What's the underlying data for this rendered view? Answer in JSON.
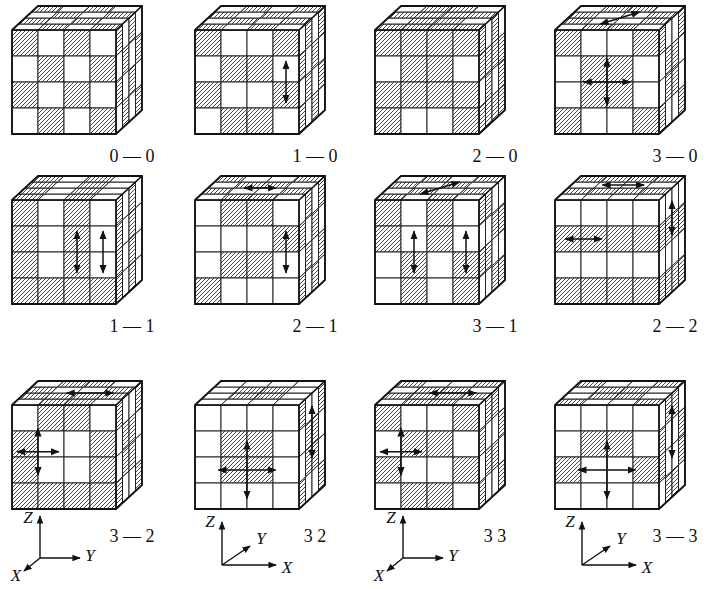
{
  "diagram": {
    "labels": [
      "0 — 0",
      "1 — 0",
      "2 — 0",
      "3 — 0",
      "1 — 1",
      "2 — 1",
      "3 — 1",
      "2 — 2",
      "3 — 2",
      "3 2",
      "3 3",
      "3 — 3",
      "Z",
      "Y",
      "X",
      "Z",
      "Y",
      "X",
      "Z",
      "Y",
      "X",
      "Z",
      "Y",
      "X"
    ]
  }
}
